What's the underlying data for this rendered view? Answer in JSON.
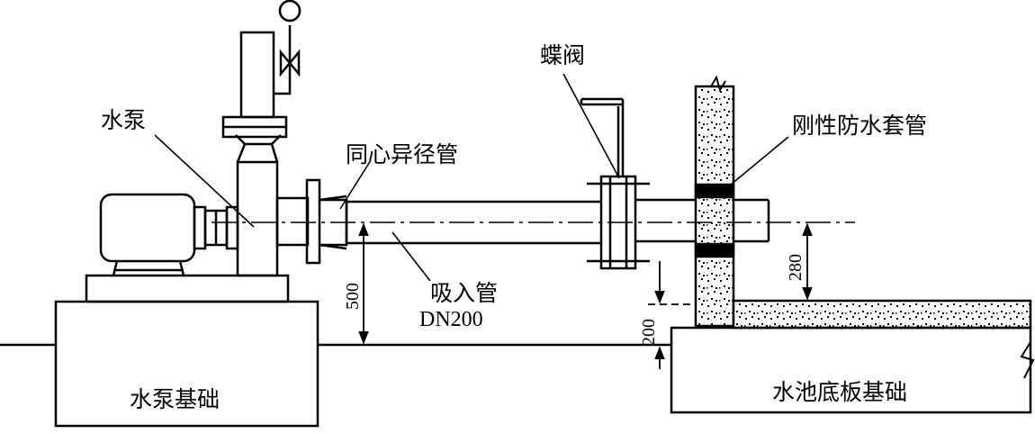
{
  "labels": {
    "pump": "水泵",
    "reducer": "同心异径管",
    "butterfly_valve": "蝶阀",
    "sleeve": "刚性防水套管",
    "suction_pipe": "吸入管",
    "suction_pipe_size": "DN200",
    "pump_foundation": "水泵基础",
    "pool_base": "水池底板基础"
  },
  "dimensions": {
    "suction_height": "500",
    "pipe_above_floor": "280",
    "floor_step": "200"
  },
  "colors": {
    "line": "#000000",
    "background": "#ffffff",
    "concrete_dots": "#000000"
  }
}
